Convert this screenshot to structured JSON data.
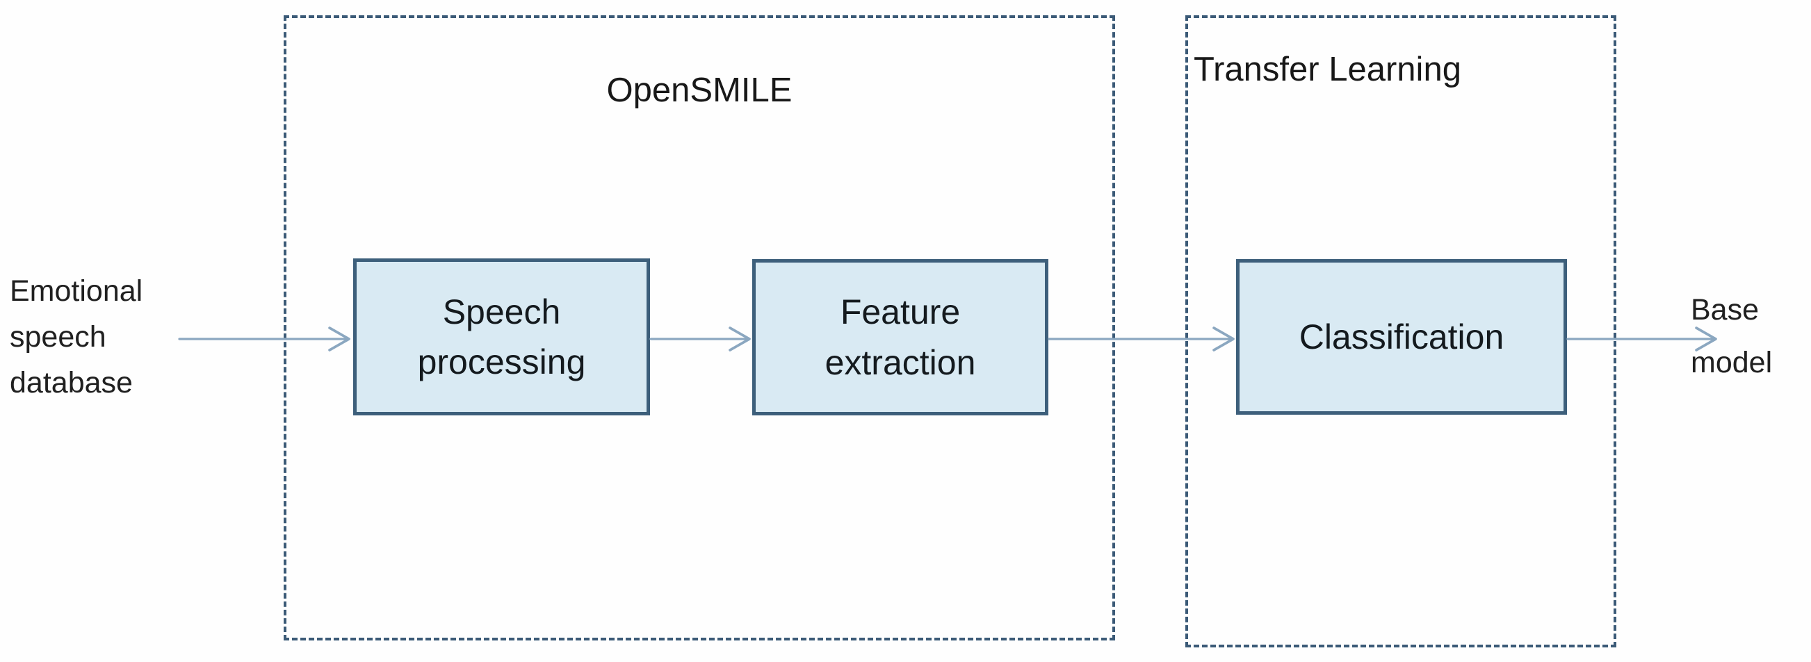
{
  "labels": {
    "input": {
      "line1": "Emotional",
      "line2": "speech",
      "line3": "database"
    },
    "output": {
      "line1": "Base",
      "line2": "model"
    }
  },
  "containers": {
    "opensmile": {
      "title": "OpenSMILE"
    },
    "transfer_learning": {
      "title": "Transfer Learning"
    }
  },
  "boxes": {
    "speech_processing": {
      "line1": "Speech",
      "line2": "processing"
    },
    "feature_extraction": {
      "line1": "Feature",
      "line2": "extraction"
    },
    "classification": {
      "label": "Classification"
    }
  },
  "edges": [
    "Emotional speech database -> Speech processing",
    "Speech processing -> Feature extraction",
    "Feature extraction -> Classification",
    "Classification -> Base model"
  ],
  "colors": {
    "box_fill": "#d9eaf3",
    "box_border": "#3d5f7b",
    "container_border": "#3b5a77",
    "arrow": "#8ba7c0",
    "text": "#1c1c1c",
    "bg": "#fefefe"
  }
}
